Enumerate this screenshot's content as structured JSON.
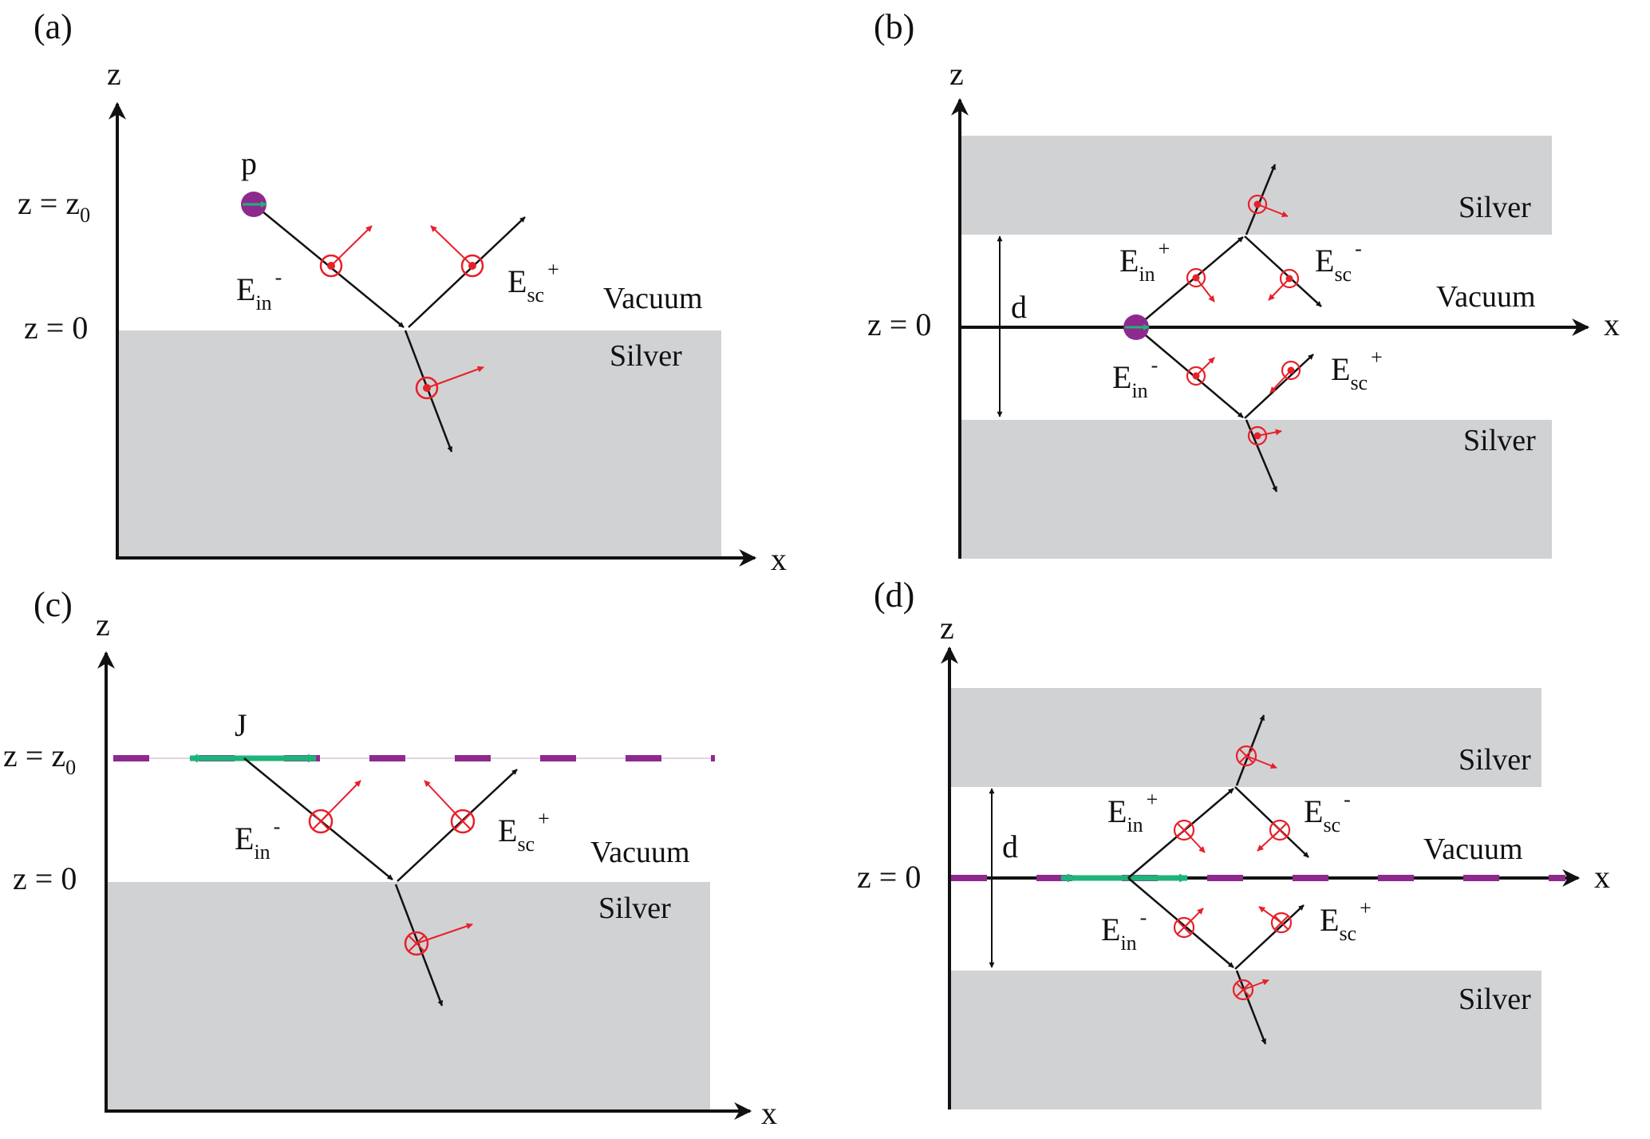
{
  "colors": {
    "silver": "#d1d2d4",
    "axis": "#111111",
    "field": "#e8202a",
    "dipole": "#8e2a8e",
    "source": "#1fb37a"
  },
  "panels": [
    {
      "label": "(a)",
      "axis_z": "z",
      "axis_x": "x",
      "z_levels": [
        {
          "main": "z = z",
          "sub": "0"
        },
        {
          "main": "z = 0",
          "sub": ""
        }
      ],
      "source_label": "p",
      "materials": [
        "Vacuum",
        "Silver"
      ],
      "fields": [
        {
          "main": "E",
          "sub": "in",
          "sup": "-"
        },
        {
          "main": "E",
          "sub": "sc",
          "sup": "+"
        }
      ]
    },
    {
      "label": "(b)",
      "axis_z": "z",
      "axis_x": "x",
      "z_levels": [
        {
          "main": "z = 0",
          "sub": ""
        }
      ],
      "gap_label": "d",
      "materials": [
        "Silver",
        "Vacuum",
        "Silver"
      ],
      "fields": [
        {
          "main": "E",
          "sub": "in",
          "sup": "+"
        },
        {
          "main": "E",
          "sub": "sc",
          "sup": "-"
        },
        {
          "main": "E",
          "sub": "in",
          "sup": "-"
        },
        {
          "main": "E",
          "sub": "sc",
          "sup": "+"
        }
      ]
    },
    {
      "label": "(c)",
      "axis_z": "z",
      "axis_x": "x",
      "z_levels": [
        {
          "main": "z = z",
          "sub": "0"
        },
        {
          "main": "z = 0",
          "sub": ""
        }
      ],
      "source_label": "J",
      "materials": [
        "Vacuum",
        "Silver"
      ],
      "fields": [
        {
          "main": "E",
          "sub": "in",
          "sup": "-"
        },
        {
          "main": "E",
          "sub": "sc",
          "sup": "+"
        }
      ]
    },
    {
      "label": "(d)",
      "axis_z": "z",
      "axis_x": "x",
      "z_levels": [
        {
          "main": "z = 0",
          "sub": ""
        }
      ],
      "gap_label": "d",
      "materials": [
        "Silver",
        "Vacuum",
        "Silver"
      ],
      "fields": [
        {
          "main": "E",
          "sub": "in",
          "sup": "+"
        },
        {
          "main": "E",
          "sub": "sc",
          "sup": "-"
        },
        {
          "main": "E",
          "sub": "in",
          "sup": "-"
        },
        {
          "main": "E",
          "sub": "sc",
          "sup": "+"
        }
      ]
    }
  ]
}
